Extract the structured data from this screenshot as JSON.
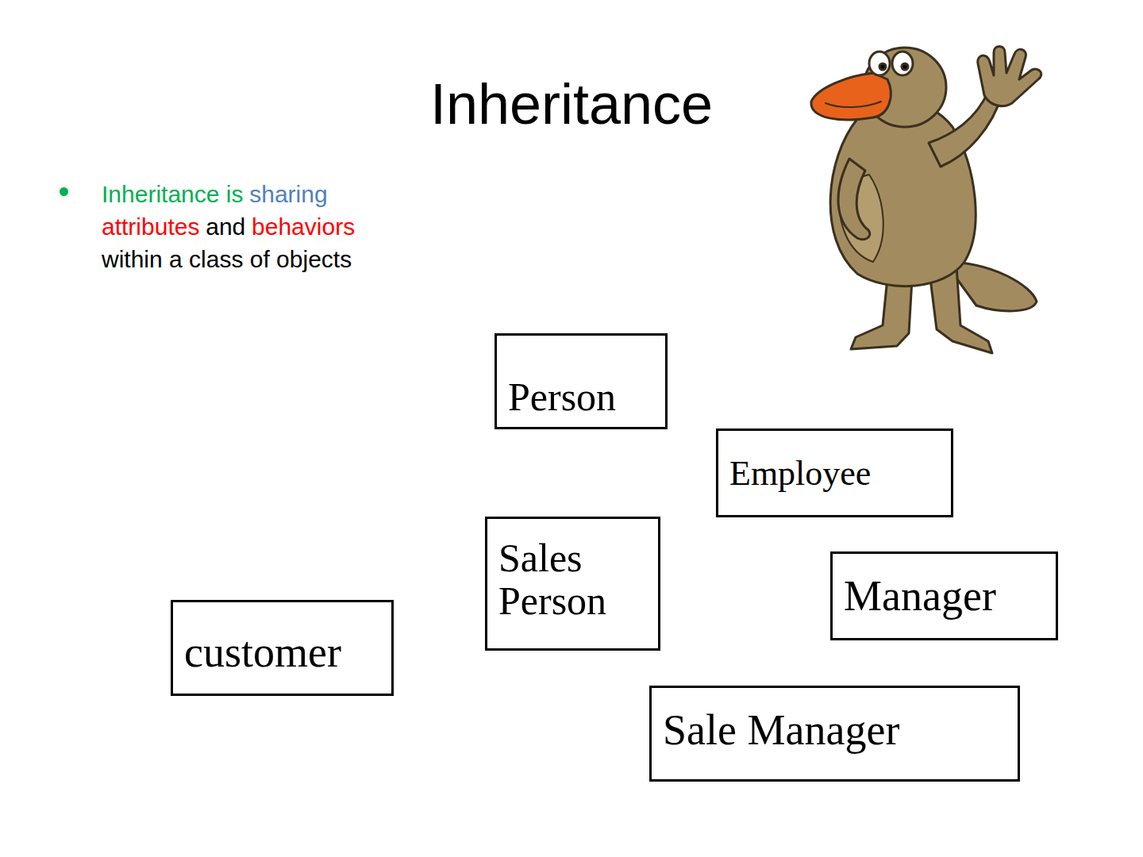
{
  "diagram": {
    "title": "Inheritance",
    "nodes": [
      {
        "text": [
          "Person"
        ]
      },
      {
        "text": [
          "Employee"
        ]
      },
      {
        "text": [
          "Sales Person"
        ]
      },
      {
        "text": [
          "Manager"
        ]
      },
      {
        "text": [
          "customer"
        ]
      },
      {
        "text": [
          "Sale Manager"
        ]
      }
    ],
    "labels": [
      "Inheritance is",
      "sharing",
      "attributes",
      "and",
      "behaviors",
      "within a class of objects"
    ]
  }
}
